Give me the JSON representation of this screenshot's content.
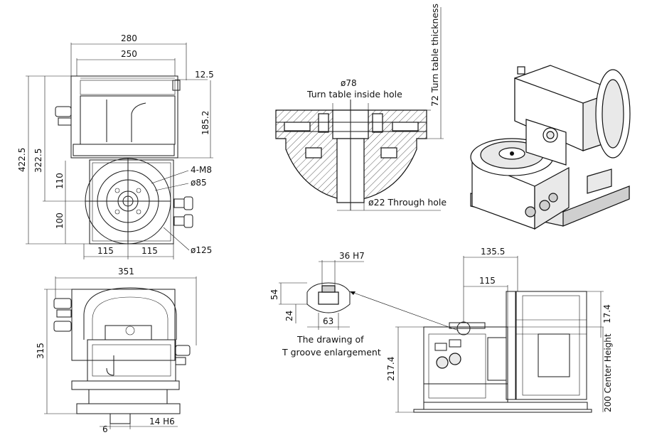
{
  "top_view": {
    "dim_overall_width": "280",
    "dim_body_width": "250",
    "dim_offset": "12.5",
    "dim_total_height": "422.5",
    "dim_body_height": "322.5",
    "dim_motor_height": "185.2",
    "dim_upper": "110",
    "dim_lower": "100",
    "dim_left_half": "115",
    "dim_right_half": "115",
    "label_m8": "4-M8",
    "label_d85": "ø85",
    "label_d125": "ø125"
  },
  "front_view": {
    "dim_width": "351",
    "dim_height": "315",
    "dim_key": "6",
    "dim_key_tol": "14 H6"
  },
  "section_view": {
    "label_d78": "ø78",
    "label_inside_hole": "Turn table inside hole",
    "label_thickness": "72 Turn table thickness",
    "label_through_hole": "ø22 Through hole"
  },
  "t_groove": {
    "dim_slot": "36 H7",
    "dim_height": "54",
    "dim_depth": "24",
    "dim_width": "63",
    "caption_line1": "The drawing of",
    "caption_line2": "T groove enlargement"
  },
  "side_view": {
    "dim_135": "135.5",
    "dim_115": "115",
    "dim_17": "17.4",
    "dim_217": "217.4",
    "dim_center": "200 Center Height"
  }
}
